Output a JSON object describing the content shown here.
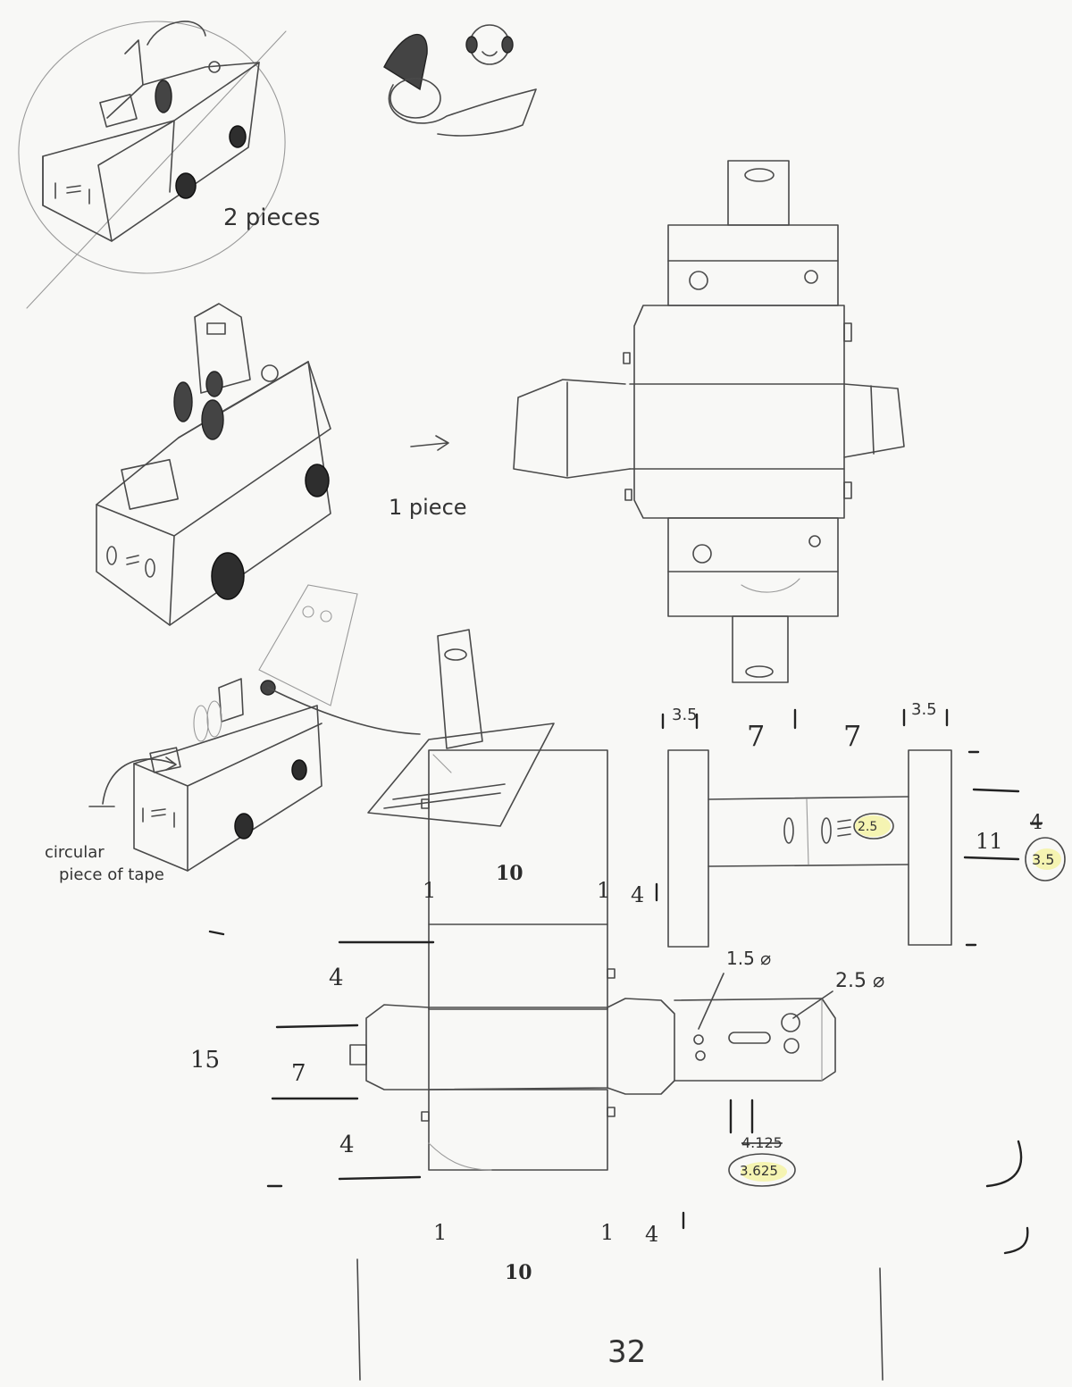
{
  "labels": {
    "two_pieces": "2 pieces",
    "one_piece": "1 piece",
    "tape_note_line1": "circular",
    "tape_note_line2": "piece of tape",
    "page_number": "32"
  },
  "dimensions_top_net": {
    "left_tab": "3.5",
    "span_a": "7",
    "span_b": "7",
    "right_tab": "3.5",
    "hole": "2.5",
    "side_height": "11",
    "side_old": "4",
    "side_new": "3.5"
  },
  "dimensions_bottom_net": {
    "top_a": "1",
    "top_b": "10",
    "top_c": "1",
    "top_d": "4",
    "left_upper": "4",
    "left_total": "15",
    "left_middle": "7",
    "left_lower": "4",
    "small_hole": "1.5 ⌀",
    "large_hole": "2.5 ⌀",
    "end_old": "4.125",
    "end_new": "3.625",
    "bottom_a": "1",
    "bottom_b": "1",
    "bottom_c": "4",
    "bottom_d": "10"
  },
  "colors": {
    "paper": "#f8f8f6",
    "pencil": "#4a4a4a",
    "highlight": "#f3f07a"
  }
}
